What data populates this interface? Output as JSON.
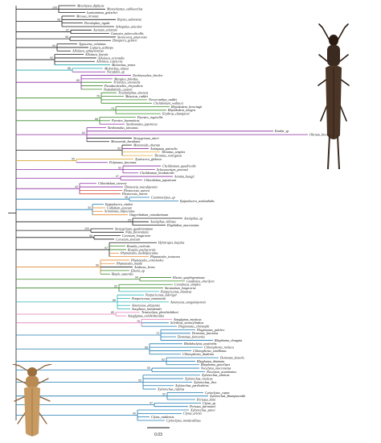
{
  "tree": {
    "taxa": [
      {
        "name": "Meochytea_diphysis",
        "color": "#222222"
      },
      {
        "name": "Monochamus_sublisectilus",
        "color": "#222222"
      },
      {
        "name": "Lamiomimus_gottschei",
        "color": "#222222"
      },
      {
        "name": "Mesosa_irrorata",
        "color": "#222222"
      },
      {
        "name": "Ropica_subnotata",
        "color": "#222222"
      },
      {
        "name": "Pterolophia_rigida",
        "color": "#222222"
      },
      {
        "name": "Arhopalus_unicolor",
        "color": "#222222"
      },
      {
        "name": "Asemum_striatum",
        "color": "#222222"
      },
      {
        "name": "Gaurotes_tuberculicollis",
        "color": "#222222"
      },
      {
        "name": "Stenocorus_amurensis",
        "color": "#222222"
      },
      {
        "name": "Dinoptera_gebleri",
        "color": "#222222"
      },
      {
        "name": "Typocerus_velutinus",
        "color": "#222222"
      },
      {
        "name": "Leptura_aethiops",
        "color": "#222222"
      },
      {
        "name": "Alloiinea_sphaerionina",
        "color": "#222222"
      },
      {
        "name": "Alloiinea_lineola",
        "color": "#222222"
      },
      {
        "name": "Alloiinea_orientalis",
        "color": "#222222"
      },
      {
        "name": "Alloiinea_rufescens",
        "color": "#222222"
      },
      {
        "name": "Molorchus_minor",
        "color": "#1fa5a8"
      },
      {
        "name": "Molorchus_niitsui",
        "color": "#1fa5a8"
      },
      {
        "name": "Necydalis_sp",
        "color": "#8b2fa0"
      },
      {
        "name": "Neobryoschea_bicolor",
        "color": "#8b2fa0"
      },
      {
        "name": "Margites_fulvidus",
        "color": "#8b2fa0"
      },
      {
        "name": "Trirachys_orientalis",
        "color": "#3a8a2a"
      },
      {
        "name": "Pseudaeolesthes_chrysothrix",
        "color": "#3a8a2a"
      },
      {
        "name": "Nadezhdiella_cantori",
        "color": "#3a8a2a"
      },
      {
        "name": "Trachylophus_sinensis",
        "color": "#3a8a2a"
      },
      {
        "name": "Massicus_raddei",
        "color": "#3a8a2a"
      },
      {
        "name": "Neocerambyx_raddei",
        "color": "#3a8a2a"
      },
      {
        "name": "Chelidonium_wallacei",
        "color": "#3a8a2a"
      },
      {
        "name": "Rhytidodera_bowringii",
        "color": "#3a8a2a"
      },
      {
        "name": "Rhytidodera_integra",
        "color": "#3a8a2a"
      },
      {
        "name": "Erythrus_championi",
        "color": "#3a8a2a"
      },
      {
        "name": "Pyrestes_rugicollis",
        "color": "#3a8a2a"
      },
      {
        "name": "Pyrestes_haematicus",
        "color": "#3a8a2a"
      },
      {
        "name": "Stenhomalus_japonicus",
        "color": "#8b2fa0"
      },
      {
        "name": "Stenhomalus_taiwanus",
        "color": "#8b2fa0"
      },
      {
        "name": "Kunbir_sp",
        "color": "#8b2fa0"
      },
      {
        "name": "Obrium_brevicorne",
        "color": "#8b2fa0"
      },
      {
        "name": "Stenygrinum_aiteri",
        "color": "#222222"
      },
      {
        "name": "Menoneida_baoshana",
        "color": "#222222"
      },
      {
        "name": "Menoneida_eburata",
        "color": "#222222"
      },
      {
        "name": "Artimpaza_patruelis",
        "color": "#8b2fa0"
      },
      {
        "name": "Thranius_simplex",
        "color": "#d9a93a"
      },
      {
        "name": "Thranius_variegatus",
        "color": "#d9a93a"
      },
      {
        "name": "Xystrocera_globosa",
        "color": "#d9a93a"
      },
      {
        "name": "Polyzonus_fasciatus",
        "color": "#8b2fa0"
      },
      {
        "name": "Chelidonium_quadricolle",
        "color": "#8b2fa0"
      },
      {
        "name": "Schwarzerium_provosti",
        "color": "#8b2fa0"
      },
      {
        "name": "Chelidonium_brodaticolle",
        "color": "#8b2fa0"
      },
      {
        "name": "Aromia_bungii",
        "color": "#8b2fa0"
      },
      {
        "name": "Chloridolum_japonicum",
        "color": "#8b2fa0"
      },
      {
        "name": "Chloridolum_sieversi",
        "color": "#8b2fa0"
      },
      {
        "name": "Dinmeteia_maculipennis",
        "color": "#8b2fa0"
      },
      {
        "name": "Plesiocrota_aurrea",
        "color": "#d94a3a"
      },
      {
        "name": "Plesiocrota_mirror",
        "color": "#d94a3a"
      },
      {
        "name": "Centrotoclytus_sp",
        "color": "#1f7bb0"
      },
      {
        "name": "Epipedocera_zealandialis",
        "color": "#1f7bb0"
      },
      {
        "name": "Epipedocera_vitalisi",
        "color": "#1f7bb0"
      },
      {
        "name": "Callidium_aeneum",
        "color": "#e08a3a"
      },
      {
        "name": "Semanotus_bifasciatus",
        "color": "#e08a3a"
      },
      {
        "name": "Oupyrrhidium_cinnabarinum",
        "color": "#e08a3a"
      },
      {
        "name": "Anelaphus_sp",
        "color": "#222222"
      },
      {
        "name": "Anelaphus_villosus",
        "color": "#222222"
      },
      {
        "name": "Elaphidion_mucronatus",
        "color": "#222222"
      },
      {
        "name": "Stenygrinum_quadrinotatum",
        "color": "#222222"
      },
      {
        "name": "Nida_flavovittata",
        "color": "#222222"
      },
      {
        "name": "Ceresium_longicorne",
        "color": "#222222"
      },
      {
        "name": "Ceresium_sinicum",
        "color": "#222222"
      },
      {
        "name": "Hylotrupes_bajulus",
        "color": "#222222"
      },
      {
        "name": "Rosalia_coelestis",
        "color": "#3a8a2a"
      },
      {
        "name": "Rosalia_pachycornis",
        "color": "#3a8a2a"
      },
      {
        "name": "Phymatodes_mediofasciatus",
        "color": "#e08a3a"
      },
      {
        "name": "Phymatodes_testaceus",
        "color": "#e08a3a"
      },
      {
        "name": "Phymatodes_ermolenkoi",
        "color": "#e08a3a"
      },
      {
        "name": "Phymatodes_maaki",
        "color": "#e08a3a"
      },
      {
        "name": "Aridaeus_heros",
        "color": "#222222"
      },
      {
        "name": "Eburia_sp",
        "color": "#3a8a2a"
      },
      {
        "name": "Batyle_suturalis",
        "color": "#3a8a2a"
      },
      {
        "name": "Eburia_quadrigeminata",
        "color": "#3a8a2a"
      },
      {
        "name": "Gnatholea_eburifera",
        "color": "#3a8a2a"
      },
      {
        "name": "Cenodocus_simplex",
        "color": "#3a8a2a"
      },
      {
        "name": "Stromatium_longicorne",
        "color": "#3a8a2a"
      },
      {
        "name": "Purpuricenus_lituratus",
        "color": "#2ab5b5"
      },
      {
        "name": "Purpuricenus_sideriger",
        "color": "#2ab5b5"
      },
      {
        "name": "Purpuricenus_temminckii",
        "color": "#2ab5b5"
      },
      {
        "name": "Amarysius_sanguinipennis",
        "color": "#2ab5b5"
      },
      {
        "name": "Amarysius_altajensis",
        "color": "#2ab5b5"
      },
      {
        "name": "Anoplistes_halodendri",
        "color": "#2ab5b5"
      },
      {
        "name": "Teratoclytus_plavilstshikovi",
        "color": "#e07ab5"
      },
      {
        "name": "Anaglyptus_colobotheoides",
        "color": "#e07ab5"
      },
      {
        "name": "Anaglyptus_mysticus",
        "color": "#e07ab5"
      },
      {
        "name": "Sclethrus_stenocylindrus",
        "color": "#1f7bb0"
      },
      {
        "name": "Plagionotus_christophi",
        "color": "#1f7bb0"
      },
      {
        "name": "Plagionotus_pulcher",
        "color": "#1f7bb0"
      },
      {
        "name": "Demonax_fasciatus",
        "color": "#1f7bb0"
      },
      {
        "name": "Demonax_fortcornis",
        "color": "#1f7bb0"
      },
      {
        "name": "Rhaphuma_elongata",
        "color": "#1f7bb0"
      },
      {
        "name": "Rhabdoclytus_acutivittis",
        "color": "#1f7bb0"
      },
      {
        "name": "Chlorophorus_moluca",
        "color": "#1f7bb0"
      },
      {
        "name": "Chlorophorus_simillimus",
        "color": "#1f7bb0"
      },
      {
        "name": "Chlorophorus_diadema",
        "color": "#1f7bb0"
      },
      {
        "name": "Demonax_fraterls",
        "color": "#1f7bb0"
      },
      {
        "name": "Rhaphuma_diminuta",
        "color": "#1f7bb0"
      },
      {
        "name": "Rhaphuma_gracilipes",
        "color": "#1f7bb0"
      },
      {
        "name": "Neoclytus_mucronatus",
        "color": "#1f7bb0"
      },
      {
        "name": "Neoclytus_acuminatus",
        "color": "#1f7bb0"
      },
      {
        "name": "Xylotrechus_altaicus",
        "color": "#1f7bb0"
      },
      {
        "name": "Xylotrechus_rusticus",
        "color": "#1f7bb0"
      },
      {
        "name": "Xylotrechus_ibex",
        "color": "#1f7bb0"
      },
      {
        "name": "Xylotrechus_pyrrhoderus",
        "color": "#1f7bb0"
      },
      {
        "name": "Xylotrechus_rufilius",
        "color": "#1f7bb0"
      },
      {
        "name": "Cyrtoclytus_capra",
        "color": "#1f7bb0"
      },
      {
        "name": "Xylotrechus_khampaseuthi",
        "color": "#1f7bb0"
      },
      {
        "name": "Perissus_kimi",
        "color": "#1f7bb0"
      },
      {
        "name": "Clytus_sp",
        "color": "#1f7bb0"
      },
      {
        "name": "Perissus_fairmairei",
        "color": "#1f7bb0"
      },
      {
        "name": "Xylotrechus_yanoi",
        "color": "#1f7bb0"
      },
      {
        "name": "Clytus_arietis",
        "color": "#1f7bb0"
      },
      {
        "name": "Clytus_raddensis",
        "color": "#1f7bb0"
      },
      {
        "name": "Cyrtoclytus_monticallisus",
        "color": "#1f7bb0"
      }
    ],
    "support_labels": [
      "100",
      "98",
      "97",
      "96",
      "94",
      "92",
      "88",
      "85",
      "76",
      "73",
      "68",
      "62",
      "59",
      "55",
      "52",
      "47",
      "40",
      "38",
      "30",
      "25"
    ],
    "scale_label": "0.03"
  },
  "images": [
    {
      "name": "top-right beetle photo (dark longhorn beetle)",
      "body": "#3b2a1f",
      "legs": "#2a1c12"
    },
    {
      "name": "bottom-left beetle photo (tan longhorn beetle)",
      "body": "#b98a52",
      "legs": "#8c6238"
    }
  ]
}
